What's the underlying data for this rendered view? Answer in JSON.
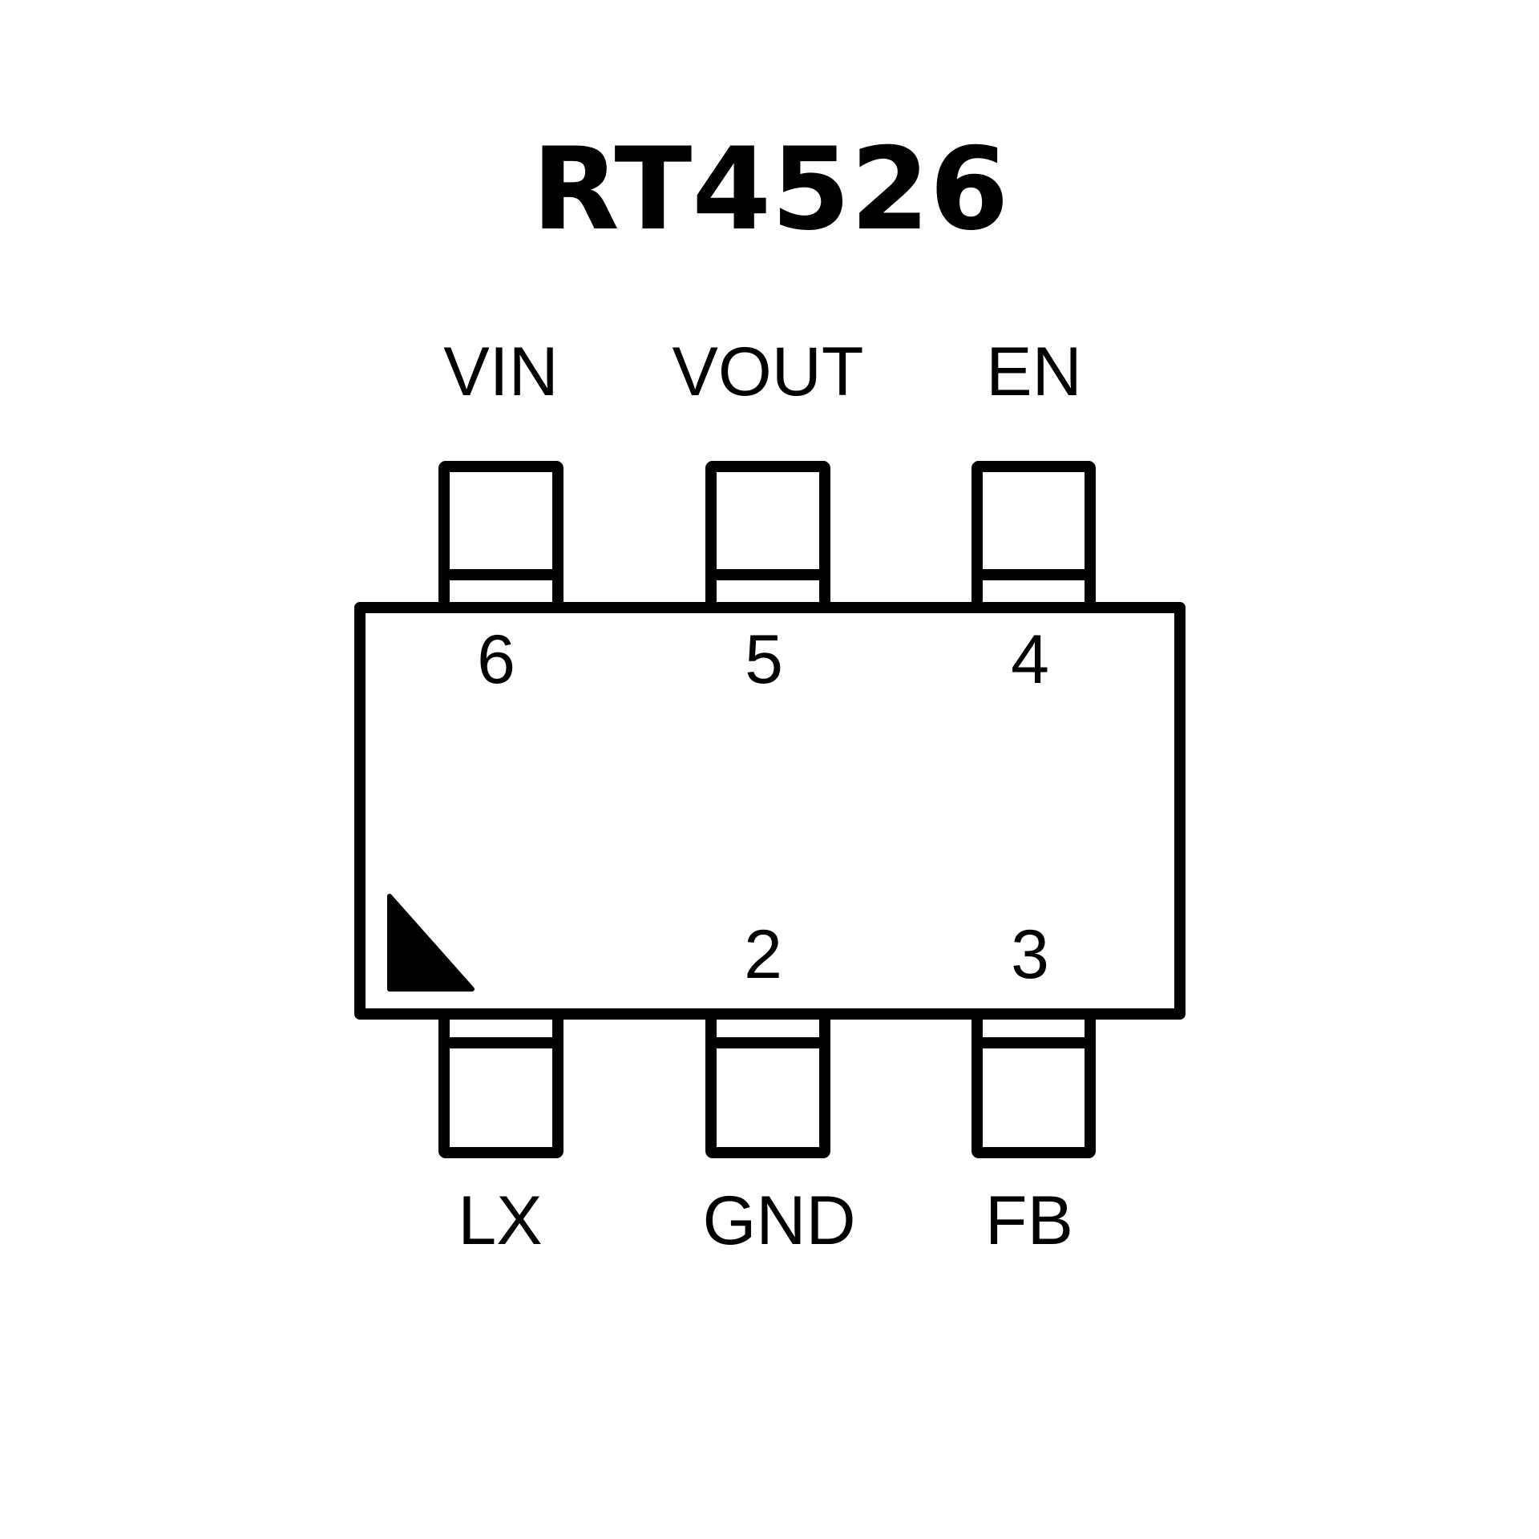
{
  "title": "RT4526",
  "package": {
    "pin1_marker": "triangle"
  },
  "pins_top": [
    {
      "number": "6",
      "name": "VIN"
    },
    {
      "number": "5",
      "name": "VOUT"
    },
    {
      "number": "4",
      "name": "EN"
    }
  ],
  "pins_bottom": [
    {
      "number": "",
      "name": "LX"
    },
    {
      "number": "2",
      "name": "GND"
    },
    {
      "number": "3",
      "name": "FB"
    }
  ],
  "colors": {
    "line": "#000000",
    "background": "#ffffff"
  }
}
